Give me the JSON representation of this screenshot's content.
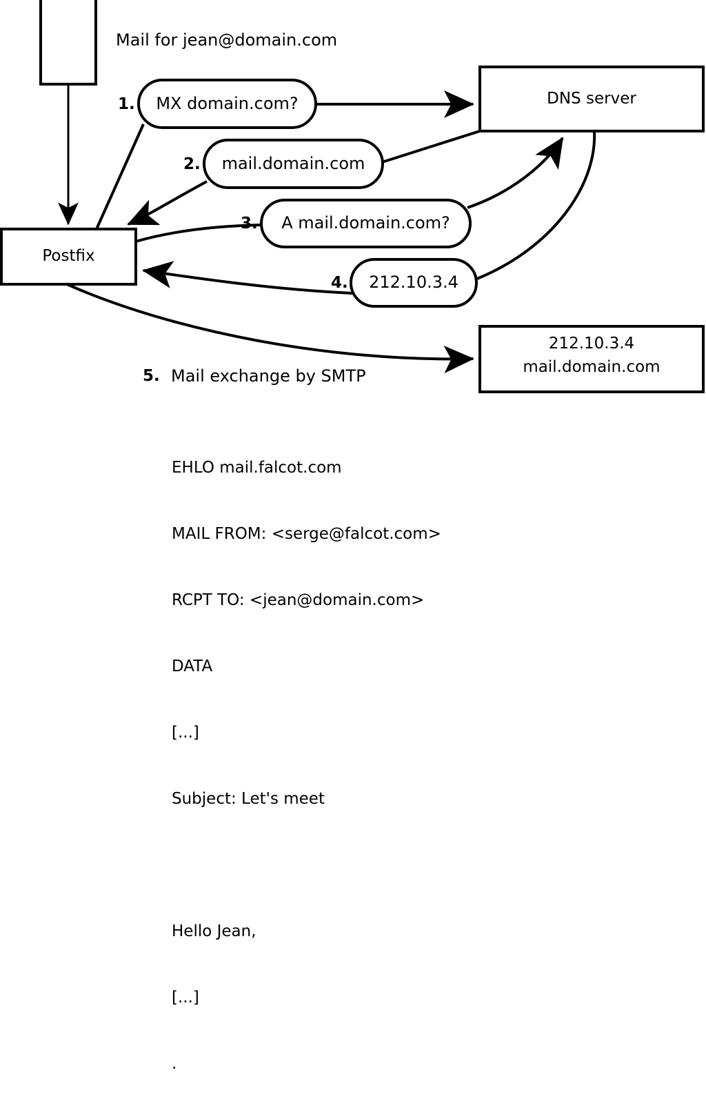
{
  "diagram": {
    "title_text": "Mail for jean@domain.com",
    "nodes": [
      {
        "id": "sender",
        "label": "",
        "shape": "rectangle"
      },
      {
        "id": "postfix",
        "label": "Postfix",
        "shape": "rectangle"
      },
      {
        "id": "dns",
        "label": "DNS server",
        "shape": "rectangle"
      },
      {
        "id": "mailserver",
        "label_line1": "212.10.3.4",
        "label_line2": "mail.domain.com",
        "shape": "rectangle"
      }
    ],
    "steps": [
      {
        "num": "1.",
        "label": "MX domain.com?",
        "from": "Postfix",
        "to": "DNS server"
      },
      {
        "num": "2.",
        "label": "mail.domain.com",
        "from": "DNS server",
        "to": "Postfix"
      },
      {
        "num": "3.",
        "label": "A mail.domain.com?",
        "from": "Postfix",
        "to": "DNS server"
      },
      {
        "num": "4.",
        "label": "212.10.3.4",
        "from": "DNS server",
        "to": "Postfix"
      },
      {
        "num": "5.",
        "label": "Mail exchange by SMTP",
        "from": "Postfix",
        "to": "mail.domain.com"
      }
    ],
    "transcript": [
      "EHLO mail.falcot.com",
      "MAIL FROM: <serge@falcot.com>",
      "RCPT TO: <jean@domain.com>",
      "DATA",
      "[...]",
      "Subject: Let's meet",
      "",
      "Hello Jean,",
      "[...]",
      "."
    ],
    "colors": {
      "stroke": "#000000",
      "fill": "#ffffff",
      "text": "#000000"
    }
  }
}
